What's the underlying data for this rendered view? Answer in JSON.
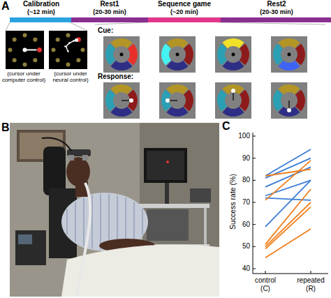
{
  "diagram": {
    "nodes": [
      {
        "text": [
          "Calibration",
          "(~12 min)"
        ]
      },
      {
        "text": [
          "Rest1",
          "(20-30 min)"
        ]
      },
      {
        "text": [
          "Sequence game",
          "(~20 min)"
        ]
      },
      {
        "text": [
          "Rest2",
          "(20-30 min)"
        ]
      }
    ],
    "labels": [
      "A",
      "(cursor under computer control)",
      "(cursor under neural control)",
      "Cue:",
      "Response:",
      "B",
      "C",
      "100",
      "90",
      "80",
      "70",
      "60",
      "50",
      "40",
      "Success rate (%)",
      "control",
      "(C)",
      "repeated",
      "(R)"
    ]
  }
}
